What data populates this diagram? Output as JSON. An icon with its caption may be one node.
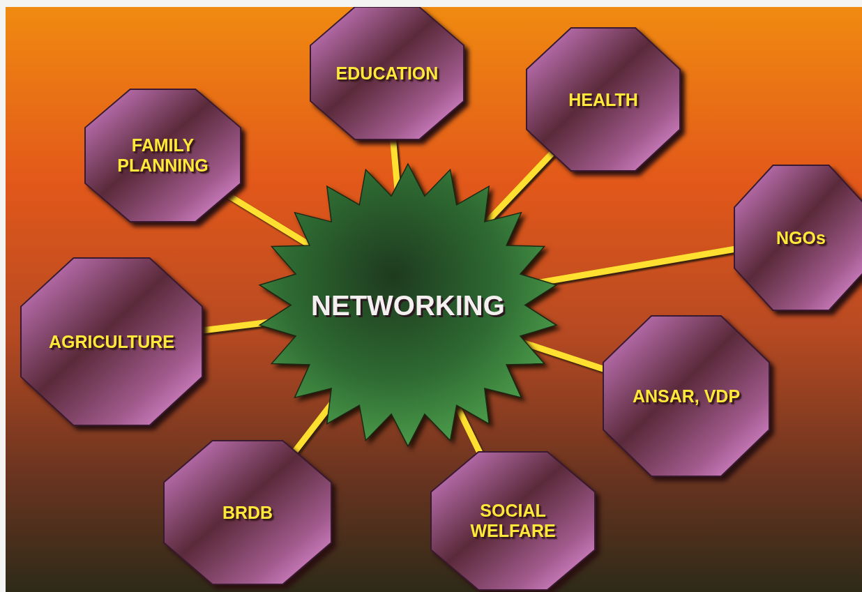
{
  "diagram": {
    "nodes": [
      {
        "text": [
          "EDUCATION"
        ]
      },
      {
        "text": [
          "HEALTH"
        ]
      },
      {
        "text": [
          "FAMILY PLANNING"
        ]
      },
      {
        "text": [
          "NGOs"
        ]
      },
      {
        "text": [
          "NETWORKING"
        ]
      },
      {
        "text": [
          "AGRICULTURE"
        ]
      },
      {
        "text": [
          "ANSAR, VDP"
        ]
      },
      {
        "text": [
          "BRDB"
        ]
      },
      {
        "text": [
          "SOCIAL WELFARE"
        ]
      }
    ],
    "edges": [
      {
        "from": 4,
        "to": 0,
        "arrow": "none"
      },
      {
        "from": 4,
        "to": 1,
        "arrow": "none"
      },
      {
        "from": 4,
        "to": 2,
        "arrow": "none"
      },
      {
        "from": 4,
        "to": 3,
        "arrow": "none"
      },
      {
        "from": 4,
        "to": 5,
        "arrow": "none"
      },
      {
        "from": 4,
        "to": 6,
        "arrow": "none"
      },
      {
        "from": 4,
        "to": 7,
        "arrow": "none"
      },
      {
        "from": 4,
        "to": 8,
        "arrow": "none"
      }
    ]
  }
}
